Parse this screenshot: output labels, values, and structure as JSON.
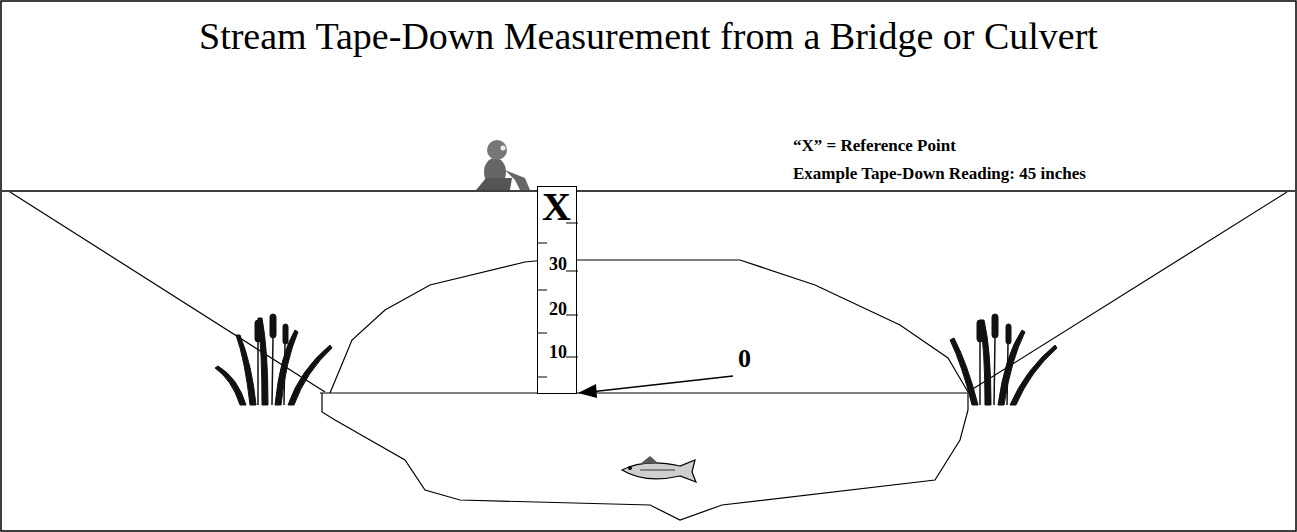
{
  "diagram": {
    "title": "Stream Tape-Down Measurement from a Bridge or Culvert",
    "nodes": [
      {
        "text": [
          "X",
          "30",
          "20",
          "10"
        ]
      }
    ],
    "labels": [
      "“X” = Reference Point",
      "Example Tape-Down Reading:  45 inches",
      "0"
    ]
  }
}
